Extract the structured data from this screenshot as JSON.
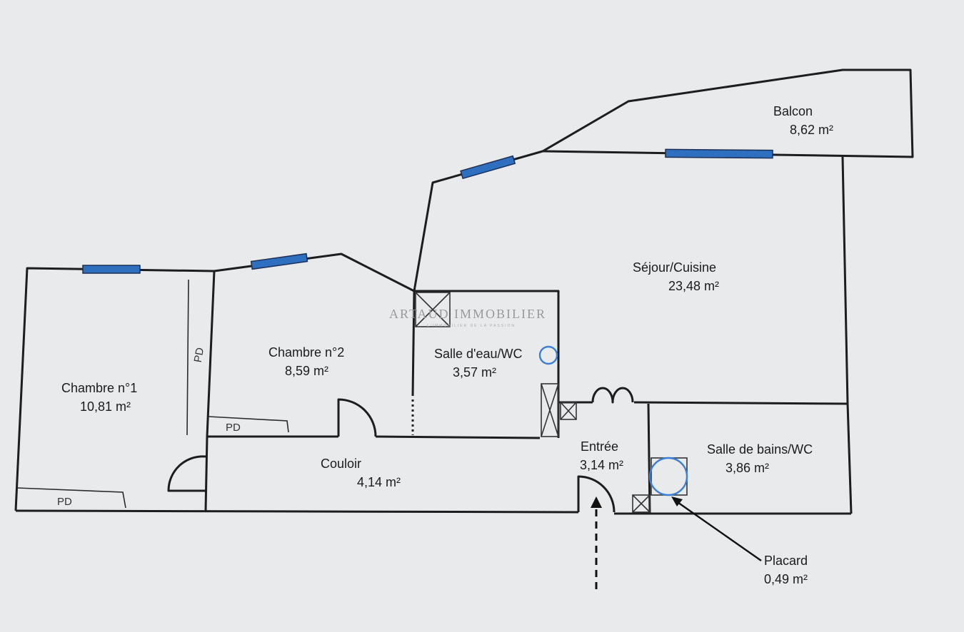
{
  "rooms": {
    "balcon": {
      "name": "Balcon",
      "area": "8,62  m²"
    },
    "sejour": {
      "name": "Séjour/Cuisine",
      "area": "23,48  m²"
    },
    "chambre1": {
      "name": "Chambre n°1",
      "area": "10,81  m²"
    },
    "chambre2": {
      "name": "Chambre n°2",
      "area": "8,59  m²"
    },
    "salle_eau": {
      "name": "Salle d'eau/WC",
      "area": "3,57  m²"
    },
    "couloir": {
      "name": "Couloir",
      "area": "4,14  m²"
    },
    "entree": {
      "name": "Entrée",
      "area": "3,14  m²"
    },
    "salle_bains": {
      "name": "Salle de bains/WC",
      "area": "3,86  m²"
    },
    "placard": {
      "name": "Placard",
      "area": "0,49  m²"
    }
  },
  "closet_marks": {
    "chambre1": "PD",
    "chambre1_vertical": "PD",
    "chambre2": "PD"
  },
  "watermark": {
    "text": "ARTAUD IMMOBILIER",
    "subtext": "L'IMMOBILIER DE LA PASSION"
  },
  "colors": {
    "wall": "#1d1d1f",
    "window": "#2f6fc0",
    "background": "#e9eaec"
  }
}
